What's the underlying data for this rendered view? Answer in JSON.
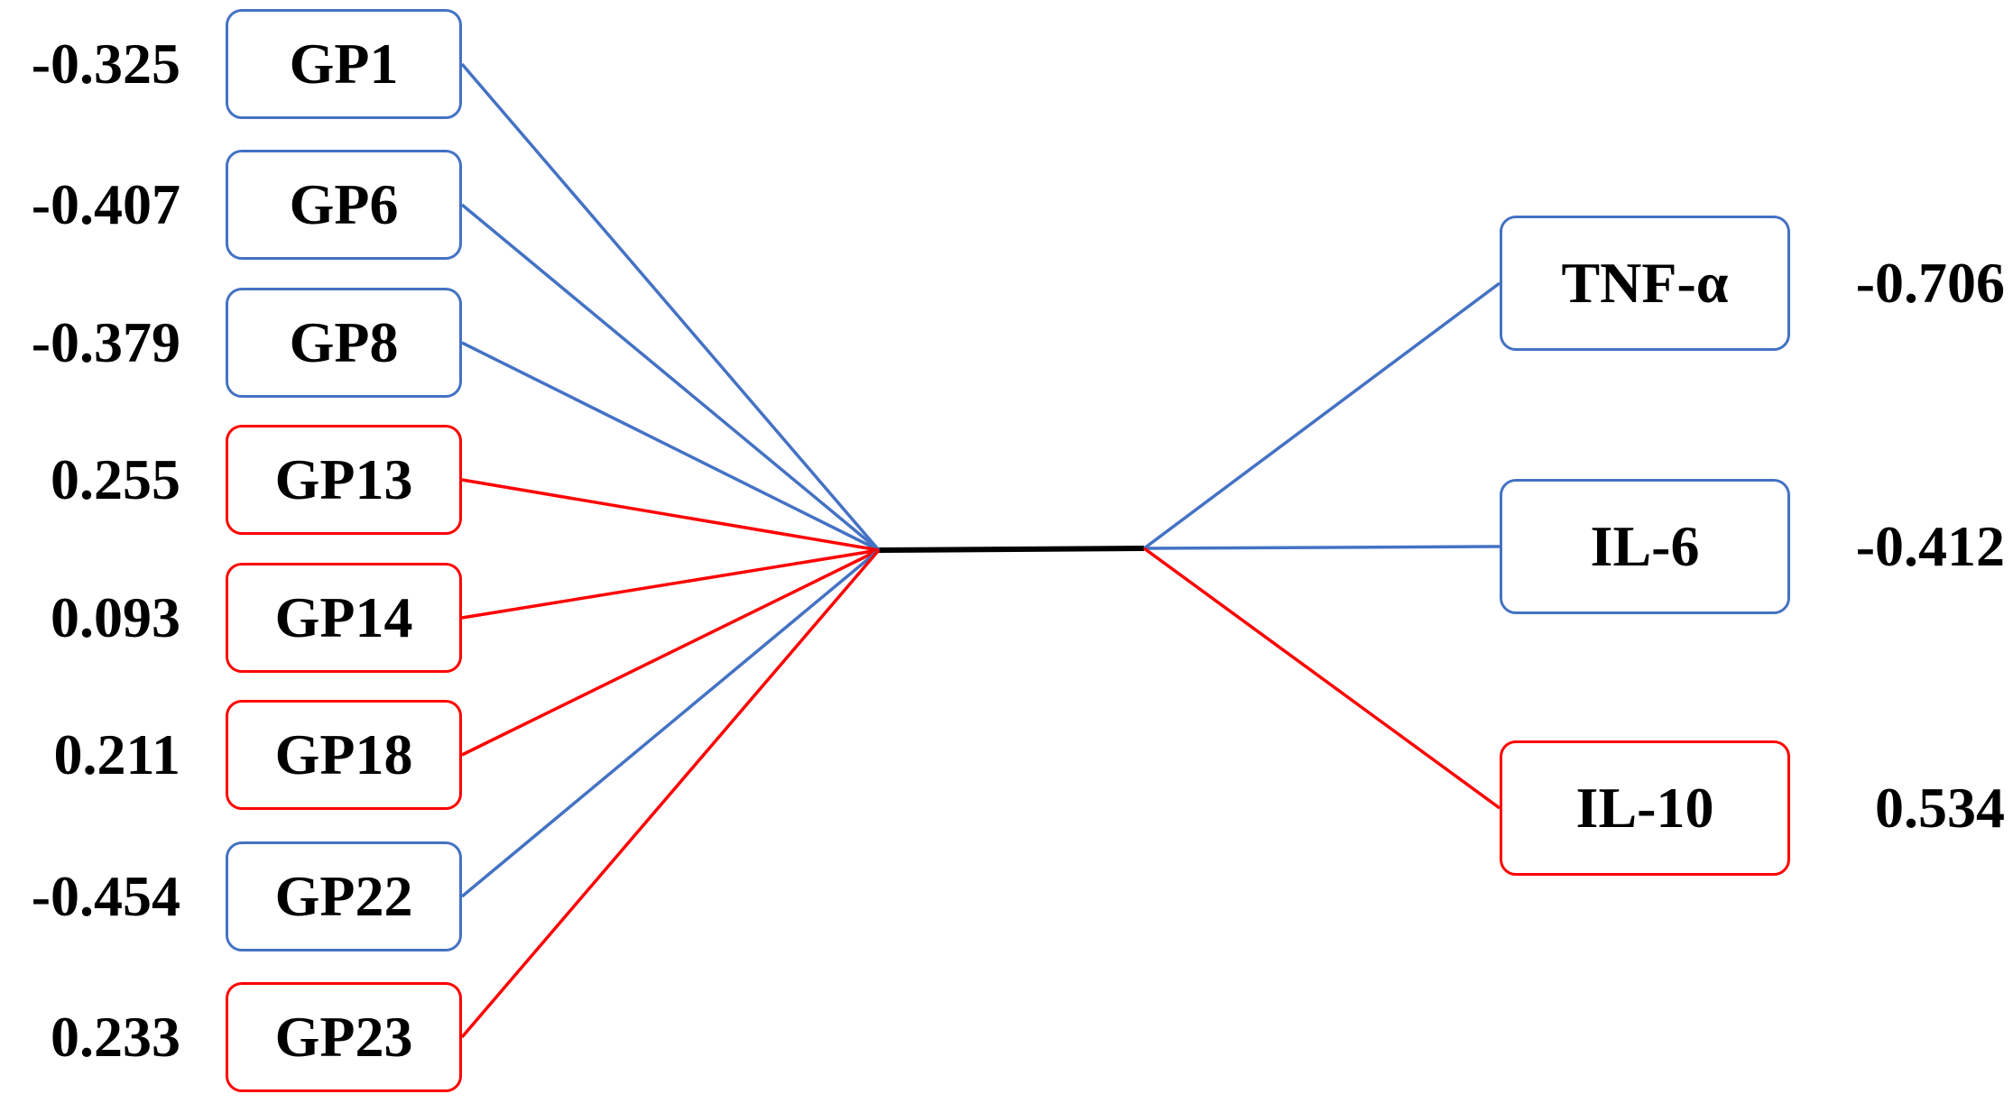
{
  "colors": {
    "negative": "#4472c4",
    "positive": "#ff0000",
    "trunk": "#000000"
  },
  "left_nodes": [
    {
      "id": "GP1",
      "label": "GP1",
      "coef": "-0.325",
      "sign": "negative"
    },
    {
      "id": "GP6",
      "label": "GP6",
      "coef": "-0.407",
      "sign": "negative"
    },
    {
      "id": "GP8",
      "label": "GP8",
      "coef": "-0.379",
      "sign": "negative"
    },
    {
      "id": "GP13",
      "label": "GP13",
      "coef": "0.255",
      "sign": "positive"
    },
    {
      "id": "GP14",
      "label": "GP14",
      "coef": "0.093",
      "sign": "positive"
    },
    {
      "id": "GP18",
      "label": "GP18",
      "coef": "0.211",
      "sign": "positive"
    },
    {
      "id": "GP22",
      "label": "GP22",
      "coef": "-0.454",
      "sign": "negative"
    },
    {
      "id": "GP23",
      "label": "GP23",
      "coef": "0.233",
      "sign": "positive"
    }
  ],
  "right_nodes": [
    {
      "id": "TNF",
      "label": "TNF-α",
      "coef": "-0.706",
      "sign": "negative"
    },
    {
      "id": "IL6",
      "label": "IL-6",
      "coef": "-0.412",
      "sign": "negative"
    },
    {
      "id": "IL10",
      "label": "IL-10",
      "coef": "0.534",
      "sign": "positive"
    }
  ]
}
